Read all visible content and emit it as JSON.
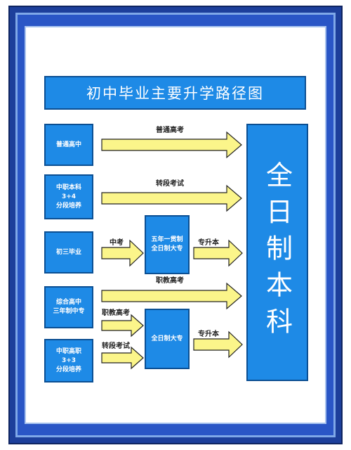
{
  "title": "初中毕业主要升学路径图",
  "nodes": {
    "regular_high_school": "普通高中",
    "vocational_34": "中职本科\n3+4\n分段培养",
    "junior_graduate": "初三毕业",
    "integrated_high": "综合高中\n三年制中专",
    "vocational_33": "中职高职\n3+3\n分段培养",
    "five_year": "五年一贯制\n全日制大专",
    "fulltime_college": "全日制大专"
  },
  "target": "全日制本科",
  "labels": {
    "gaokao": "普通高考",
    "transfer1": "转段考试",
    "zhongkao": "中考",
    "upgrade1": "专升本",
    "vocational_exam1": "职教高考",
    "vocational_exam2": "职教高考",
    "transfer2": "转段考试",
    "upgrade2": "专升本"
  },
  "colors": {
    "box_fill": "#1e8ae6",
    "box_border": "#0b4f93",
    "arrow_fill": "#fbf58a",
    "arrow_stroke": "#222222",
    "frame": "#1d3f9b"
  }
}
